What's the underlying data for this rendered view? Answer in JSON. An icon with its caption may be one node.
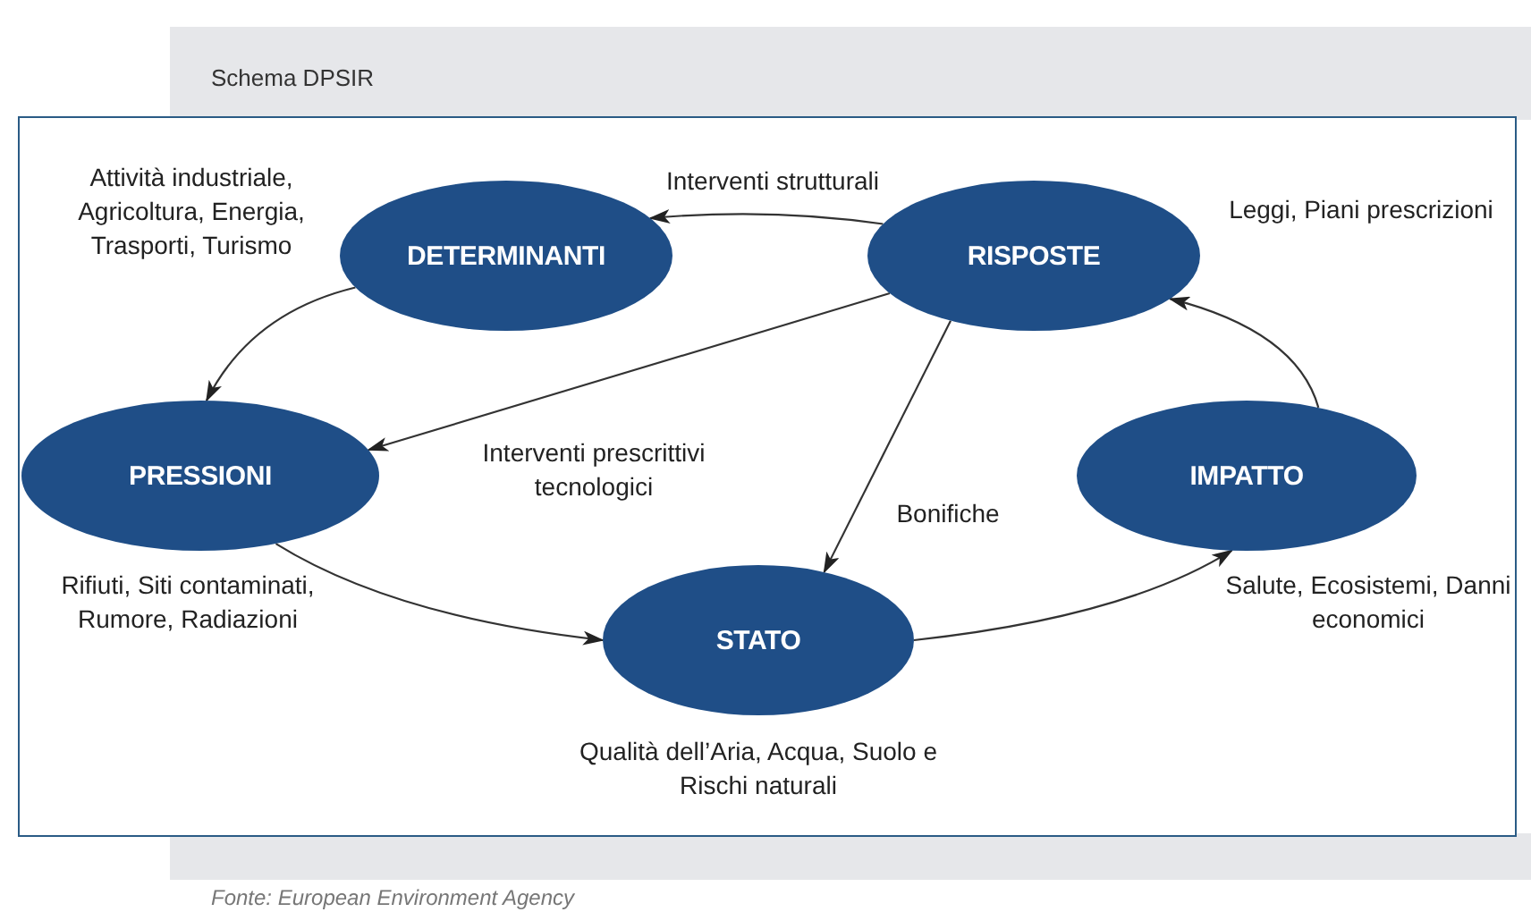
{
  "diagram": {
    "title": "Schema DPSIR",
    "caption": "Fonte: European Environment Agency",
    "nodes": [
      {
        "text": [
          "DETERMINANTI"
        ],
        "beside": [
          "Attività industriale, Agricoltura, Energia, Trasporti, Turismo"
        ]
      },
      {
        "text": [
          "RISPOSTE"
        ],
        "beside": [
          "Leggi, Piani prescrizioni"
        ]
      },
      {
        "text": [
          "PRESSIONI"
        ],
        "beside": [
          "Rifiuti, Siti contaminati, Rumore, Radiazioni"
        ]
      },
      {
        "text": [
          "IMPATTO"
        ],
        "beside": [
          "Salute, Ecosistemi, Danni economici"
        ]
      },
      {
        "text": [
          "STATO"
        ],
        "beside": [
          "Qualità dell’Aria, Acqua, Suolo e Rischi naturali"
        ]
      }
    ],
    "edges": [
      {
        "from": 1,
        "to": 0,
        "arrow": "to",
        "label": "Interventi strutturali"
      },
      {
        "from": 0,
        "to": 2,
        "arrow": "to"
      },
      {
        "from": 1,
        "to": 2,
        "arrow": "to",
        "label": "Interventi prescrittivi tecnologici"
      },
      {
        "from": 1,
        "to": 4,
        "arrow": "to",
        "label": "Bonifiche"
      },
      {
        "from": 2,
        "to": 4,
        "arrow": "to"
      },
      {
        "from": 4,
        "to": 3,
        "arrow": "to"
      },
      {
        "from": 3,
        "to": 1,
        "arrow": "to"
      }
    ]
  }
}
